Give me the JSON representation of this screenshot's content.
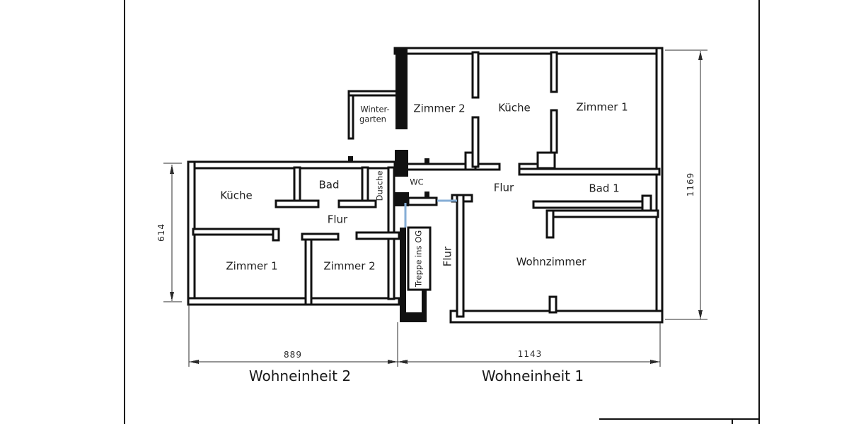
{
  "drawing": {
    "type": "floor-plan",
    "units": {
      "unit1": {
        "label": "Wohneinheit 1",
        "width_dim": "1143",
        "rooms": {
          "zimmer2": "Zimmer 2",
          "kueche": "Küche",
          "zimmer1": "Zimmer 1",
          "wintergarten_line1": "Winter-",
          "wintergarten_line2": "garten",
          "wc": "WC",
          "flur": "Flur",
          "bad1": "Bad 1",
          "flur_vertical": "Flur",
          "treppe": "Treppe ins OG",
          "wohnzimmer": "Wohnzimmer"
        }
      },
      "unit2": {
        "label": "Wohneinheit 2",
        "width_dim": "889",
        "height_dim": "614",
        "rooms": {
          "kueche": "Küche",
          "bad": "Bad",
          "dusche": "Dusche",
          "flur": "Flur",
          "zimmer1": "Zimmer 1",
          "zimmer2": "Zimmer 2"
        }
      },
      "total_height_dim": "1169"
    },
    "colors": {
      "wall": "#111111",
      "door_marker": "#85aed6",
      "dimension": "#2b2b2b",
      "background": "#ffffff"
    }
  }
}
